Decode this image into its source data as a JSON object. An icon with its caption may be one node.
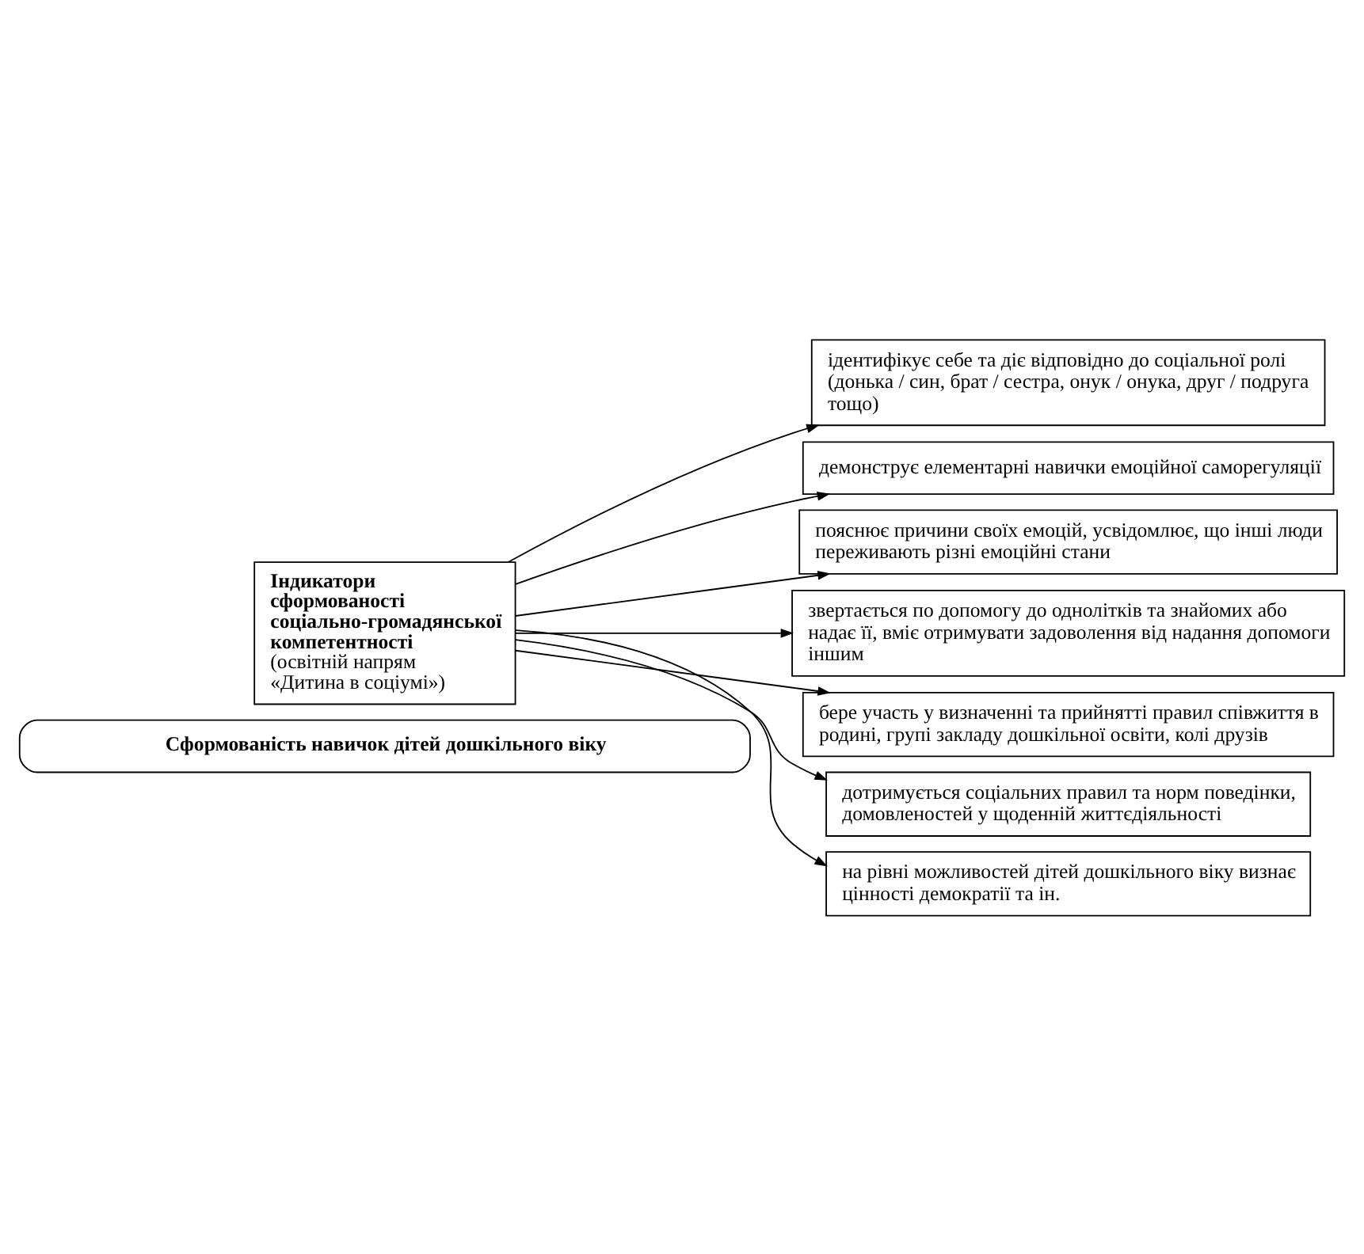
{
  "diagram": {
    "nodes": [
      {
        "text": [
          "Сформованість навичок дітей дошкільного віку"
        ]
      },
      {
        "text": [
          "Індикатори сформованості соціально-громадянської компетентності",
          "(освітній напрям «Дитина в соціумі»)"
        ]
      },
      {
        "text": [
          "ідентифікує себе та діє відповідно до соціальної ролі (донька / син, брат / сестра, онук / онука, друг / подруга тощо)"
        ]
      },
      {
        "text": [
          "демонструє елементарні навички емоційної саморегуляції"
        ]
      },
      {
        "text": [
          "пояснює причини своїх емоцій, усвідомлює, що інші люди переживають різні емоційні стани"
        ]
      },
      {
        "text": [
          "звертається по допомогу до однолітків та знайомих або надає її, вміє отримувати задоволення від надання допомоги іншим"
        ]
      },
      {
        "text": [
          "бере участь у визначенні та прийнятті правил співжиття в родині, групі закладу дошкільної освіти, колі друзів"
        ]
      },
      {
        "text": [
          "дотримується соціальних правил та норм поведінки, домовленостей у щоденній життєдіяльності"
        ]
      },
      {
        "text": [
          "на рівні можливостей дітей дошкільного віку визнає цінності демократії та ін."
        ]
      }
    ],
    "edges": [
      {
        "from": 1,
        "to": 2,
        "arrow": "to"
      },
      {
        "from": 1,
        "to": 3,
        "arrow": "to"
      },
      {
        "from": 1,
        "to": 4,
        "arrow": "to"
      },
      {
        "from": 1,
        "to": 5,
        "arrow": "to"
      },
      {
        "from": 1,
        "to": 6,
        "arrow": "to"
      },
      {
        "from": 1,
        "to": 7,
        "arrow": "to"
      },
      {
        "from": 1,
        "to": 8,
        "arrow": "to"
      }
    ]
  }
}
